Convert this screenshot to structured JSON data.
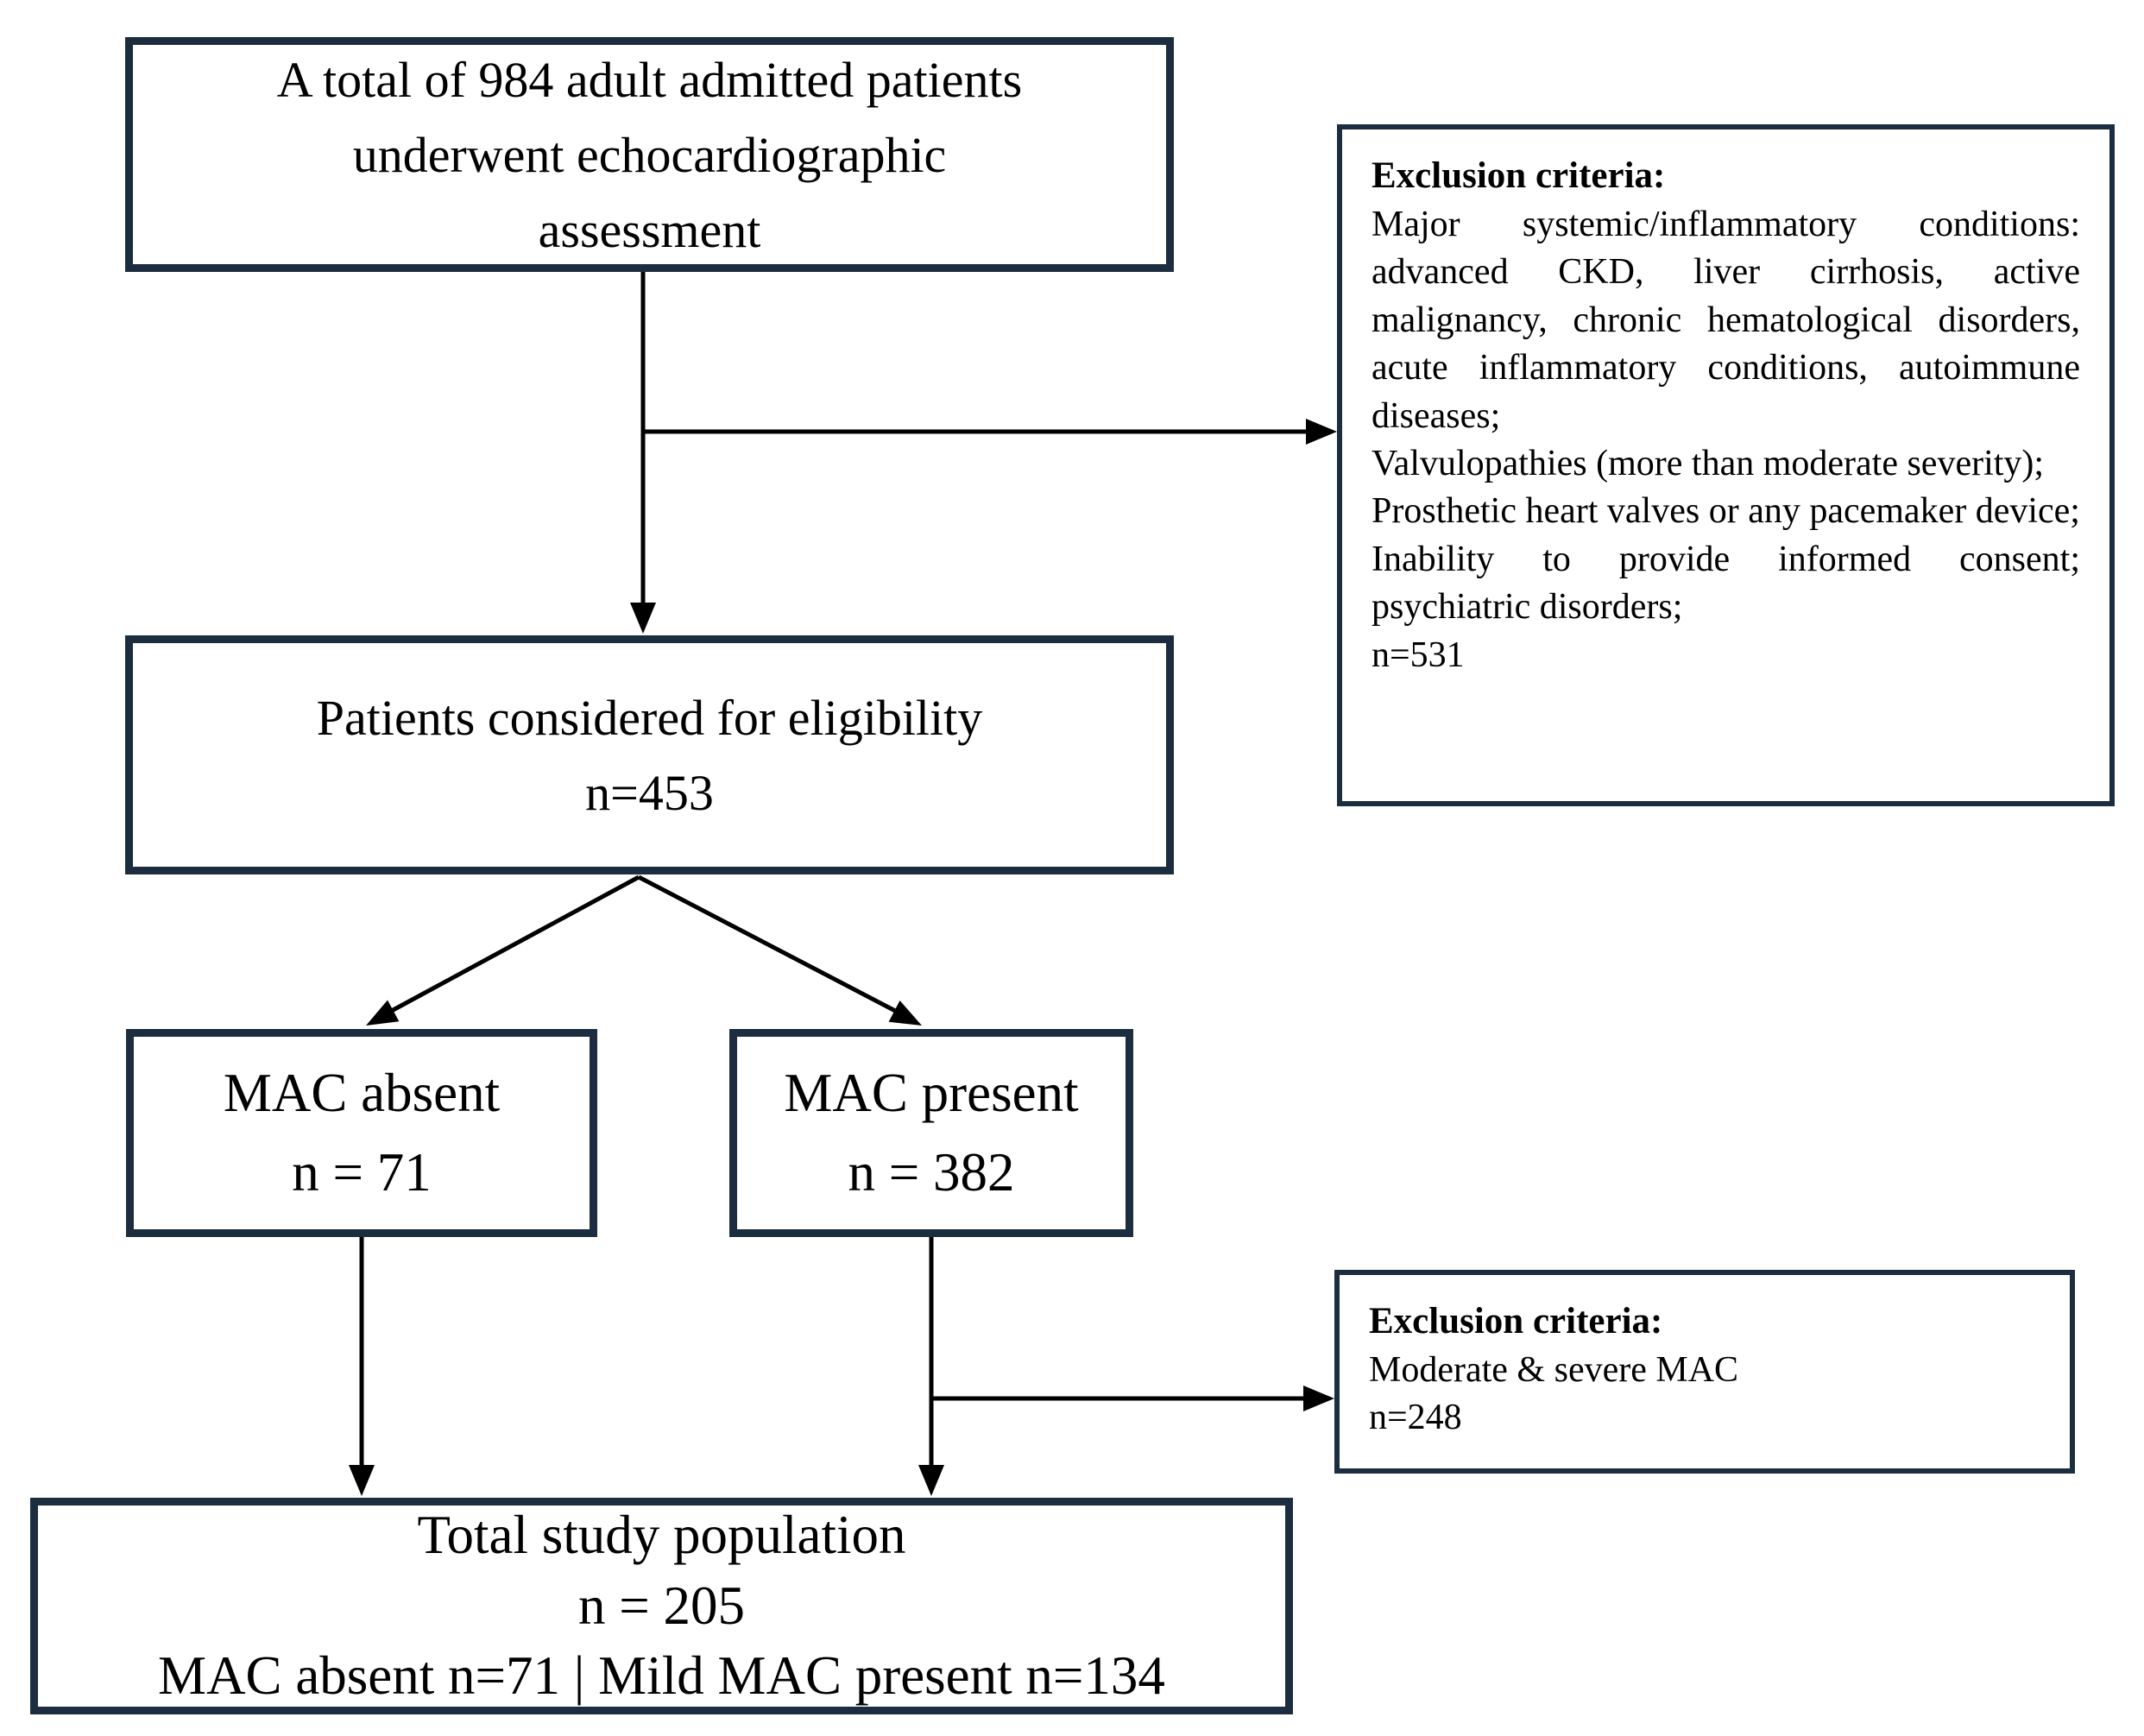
{
  "flowchart": {
    "boxes": {
      "top": {
        "lines": [
          "A total of 984 adult admitted patients",
          "underwent echocardiographic",
          "assessment"
        ]
      },
      "exclusion1": {
        "title": "Exclusion criteria:",
        "items": [
          "Major systemic/inflammatory conditions: advanced CKD, liver cirrhosis, active malignancy, chronic hematological disorders, acute inflammatory conditions, autoimmune diseases;",
          "Valvulopathies (more than moderate severity);",
          "Prosthetic heart valves or any pacemaker device;",
          "Inability to provide informed consent; psychiatric disorders;",
          "n=531"
        ]
      },
      "eligibility": {
        "lines": [
          "Patients considered for eligibility",
          "n=453"
        ]
      },
      "mac_absent": {
        "lines": [
          "MAC absent",
          "n = 71"
        ]
      },
      "mac_present": {
        "lines": [
          "MAC present",
          "n = 382"
        ]
      },
      "exclusion2": {
        "title": "Exclusion criteria:",
        "items": [
          "Moderate & severe MAC",
          "n=248"
        ]
      },
      "total": {
        "lines": [
          "Total study population",
          "n = 205",
          "MAC absent n=71 | Mild MAC present n=134"
        ]
      }
    },
    "colors": {
      "border": "#1b2d3e",
      "line": "#000000",
      "background": "#ffffff",
      "text": "#000000"
    }
  }
}
